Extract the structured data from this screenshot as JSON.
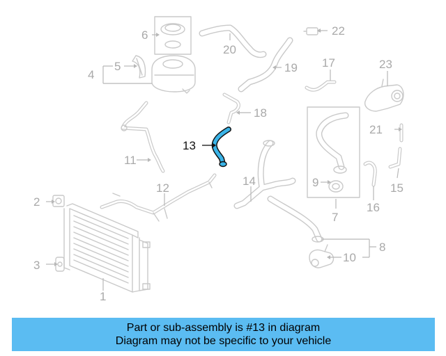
{
  "diagram": {
    "highlighted_part": "13",
    "callouts": [
      "1",
      "2",
      "3",
      "4",
      "5",
      "6",
      "7",
      "8",
      "9",
      "10",
      "11",
      "12",
      "13",
      "14",
      "15",
      "16",
      "17",
      "18",
      "19",
      "20",
      "21",
      "22",
      "23"
    ]
  },
  "banner": {
    "line1": "Part or sub-assembly is #13 in diagram",
    "line2": "Diagram may not be specific to your vehicle",
    "color": "#5bbcf2"
  },
  "colors": {
    "part_line": "#c9c9c9",
    "highlight_fill": "#3ab4e8",
    "highlight_outline": "#111111"
  }
}
